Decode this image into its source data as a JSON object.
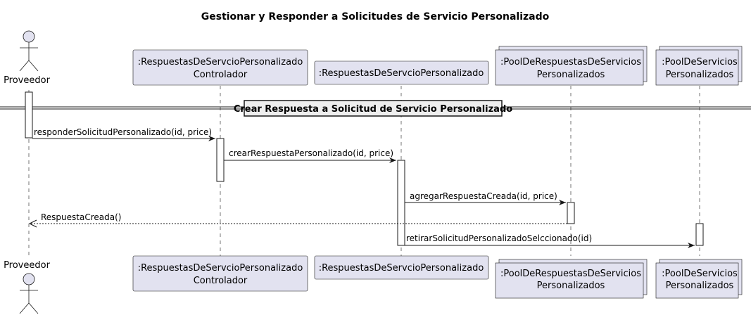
{
  "title": "Gestionar y Responder a Solicitudes de Servicio Personalizado",
  "participants": {
    "proveedor": {
      "label": "Proveedor"
    },
    "controlador": {
      "line1": ":RespuestasDeServcioPersonalizado",
      "line2": "Controlador"
    },
    "respuestas": {
      "label": ":RespuestasDeServcioPersonalizado"
    },
    "pool_respuestas": {
      "line1": ":PoolDeRespuestasDeServicios",
      "line2": "Personalizados"
    },
    "pool_servicios": {
      "line1": ":PoolDeServicios",
      "line2": "Personalizados"
    }
  },
  "divider": {
    "label": "Crear Respuesta a Solicitud de Servicio Personalizado"
  },
  "messages": {
    "m1": "responderSolicitudPersonalizado(id, price)",
    "m2": "crearRespuestaPersonalizado(id, price)",
    "m3": "agregarRespuestaCreada(id, price)",
    "m4": "RespuestaCreada()",
    "m5": "retirarSolicitudPersonalizadoSelccionado(id)"
  },
  "colors": {
    "participant_fill": "#E2E2F0",
    "line": "#181818",
    "activation_fill": "#FFFFFF"
  }
}
